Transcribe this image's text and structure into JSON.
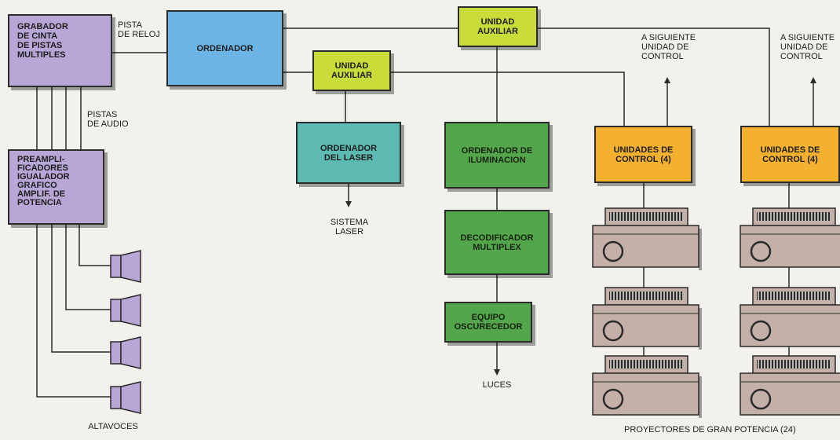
{
  "boxes": {
    "grabador": "GRABADOR\nDE CINTA\nDE PISTAS\nMULTIPLES",
    "preamp": "PREAMPLI-\nFICADORES\nIGUALADOR\nGRAFICO\nAMPLIF. DE\nPOTENCIA",
    "ordenador": "ORDENADOR",
    "unidad_aux_1": "UNIDAD\nAUXILIAR",
    "unidad_aux_2": "UNIDAD\nAUXILIAR",
    "ordenador_laser": "ORDENADOR\nDEL LASER",
    "ordenador_iluminacion": "ORDENADOR DE\nILUMINACION",
    "decodificador": "DECODIFICADOR\nMULTIPLEX",
    "equipo": "EQUIPO\nOSCURECEDOR",
    "control_1": "UNIDADES DE\nCONTROL (4)",
    "control_2": "UNIDADES DE\nCONTROL (4)"
  },
  "labels": {
    "pista_reloj": "PISTA\nDE RELOJ",
    "pistas_audio": "PISTAS\nDE AUDIO",
    "sistema_laser": "SISTEMA\nLASER",
    "luces": "LUCES",
    "altavoces": "ALTAVOCES",
    "siguiente_1": "A SIGUIENTE\nUNIDAD DE\nCONTROL",
    "siguiente_2": "A SIGUIENTE\nUNIDAD DE\nCONTROL",
    "proyectores": "PROYECTORES DE GRAN POTENCIA (24)"
  },
  "colors": {
    "purple": "#b7a6d6",
    "blue": "#6cb4e6",
    "lime": "#c9dc3a",
    "teal": "#5dbab2",
    "green": "#53a64c",
    "orange": "#f4b130",
    "projector": "#c4b0a8",
    "line": "#2b2b2b"
  },
  "icons": {
    "speaker": "speaker-icon",
    "projector": "projector-icon",
    "arrow": "arrow-icon"
  }
}
